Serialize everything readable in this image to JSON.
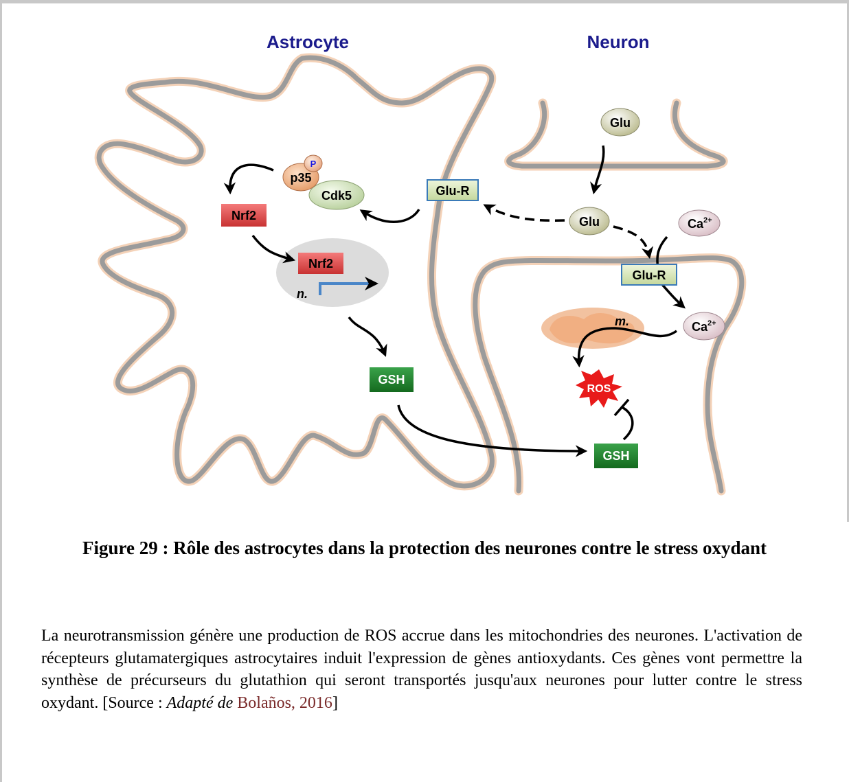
{
  "diagram": {
    "astrocyte_title": "Astrocyte",
    "neuron_title": "Neuron",
    "glu_top": "Glu",
    "glu_mid": "Glu",
    "glu_r_astro": "Glu-R",
    "glu_r_neuron": "Glu-R",
    "ca_top": "Ca",
    "ca_bottom": "Ca",
    "ca_superscript": "2+",
    "p": "P",
    "p35": "p35",
    "cdk5": "Cdk5",
    "nrf2_cyto": "Nrf2",
    "nrf2_nucleus": "Nrf2",
    "nucleus_label": "n.",
    "mito_label": "m.",
    "gsh_astro": "GSH",
    "gsh_neuron": "GSH",
    "ros": "ROS",
    "colors": {
      "title_blue": "#1b1b8c",
      "membrane": "#9b9b9b",
      "membrane_glow": "#e8b48c",
      "nrf2_red": "#e04848",
      "gsh_green": "#1f7a2a",
      "glu_r_green": "#d8e6b8",
      "glu_r_border": "#3a7ab8",
      "ros_red": "#e81a1a",
      "mito_orange": "#f2b48c"
    }
  },
  "caption": {
    "text": "Figure 29 : Rôle des astrocytes dans la protection des neurones contre le stress oxydant"
  },
  "paragraph": {
    "body": "La neurotransmission génère une production de ROS accrue dans les mitochondries des neurones. L'activation de récepteurs glutamatergiques astrocytaires induit l'expression de gènes antioxydants. Ces gènes vont permettre la synthèse de précurseurs du glutathion qui seront transportés jusqu'aux neurones pour lutter contre le stress oxydant. [Source : ",
    "source_italic": "Adapté de",
    "source_cite": "Bolaños, 2016",
    "source_end": "]"
  }
}
